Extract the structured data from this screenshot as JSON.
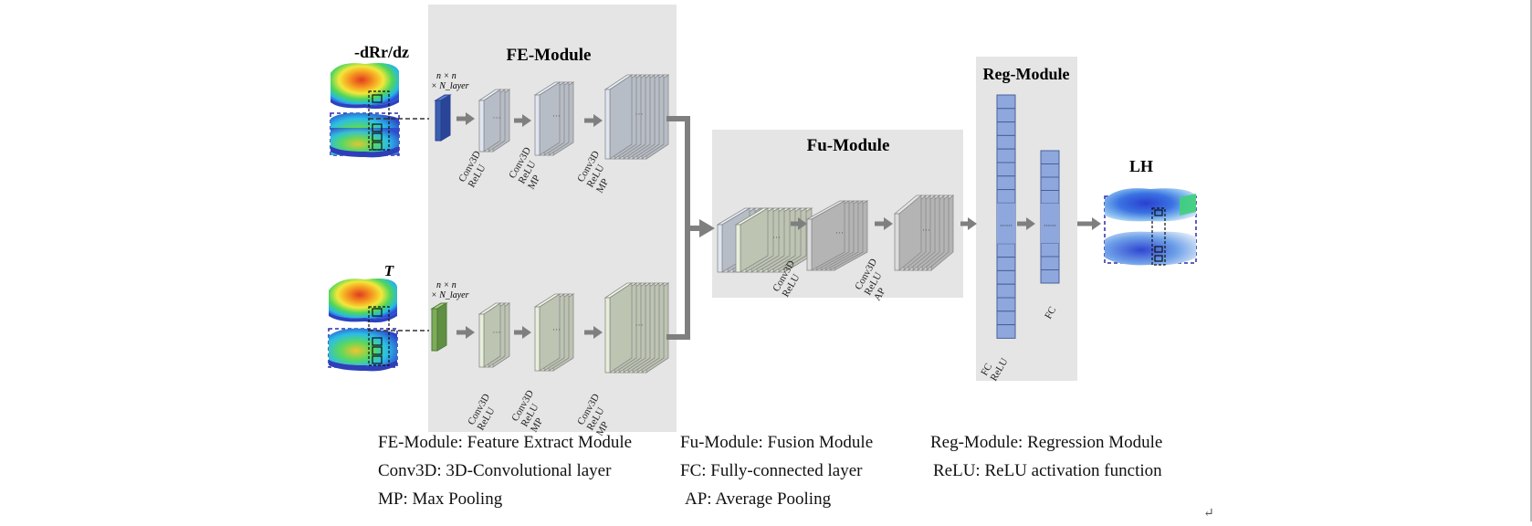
{
  "modules": {
    "fe": "FE-Module",
    "fu": "Fu-Module",
    "reg": "Reg-Module"
  },
  "inputs": {
    "top_label": "-dRr/dz",
    "bottom_label": "T",
    "kernel_line1": "n × n",
    "kernel_line2": "× N_layer"
  },
  "output_label": "LH",
  "layer_labels": {
    "conv_relu": [
      "Conv3D",
      "ReLU"
    ],
    "conv_relu_mp": [
      "Conv3D",
      "ReLU",
      "MP"
    ],
    "conv_relu_ap": [
      "Conv3D",
      "ReLU",
      "AP"
    ],
    "fc_relu": [
      "FC",
      "ReLU"
    ],
    "fc": [
      "FC"
    ]
  },
  "legend": {
    "fe": "FE-Module: Feature Extract Module",
    "conv3d": "Conv3D: 3D-Convolutional layer",
    "mp": "MP: Max Pooling",
    "fu": "Fu-Module: Fusion Module",
    "fc": "FC: Fully-connected layer",
    "ap": "AP: Average Pooling",
    "reg": "Reg-Module: Regression Module",
    "relu": "ReLU: ReLU activation function"
  },
  "colors": {
    "module_bg": "#e5e5e5",
    "arrow": "#7f7f7f",
    "fe_top_fill": "#dfe6f2",
    "fe_bottom_fill": "#e6efd9",
    "fu_fill": "#dcdcdc",
    "kernel_top": "#3a5fb0",
    "kernel_bottom": "#7cab5a",
    "fc_fill": "#8ea8de"
  }
}
